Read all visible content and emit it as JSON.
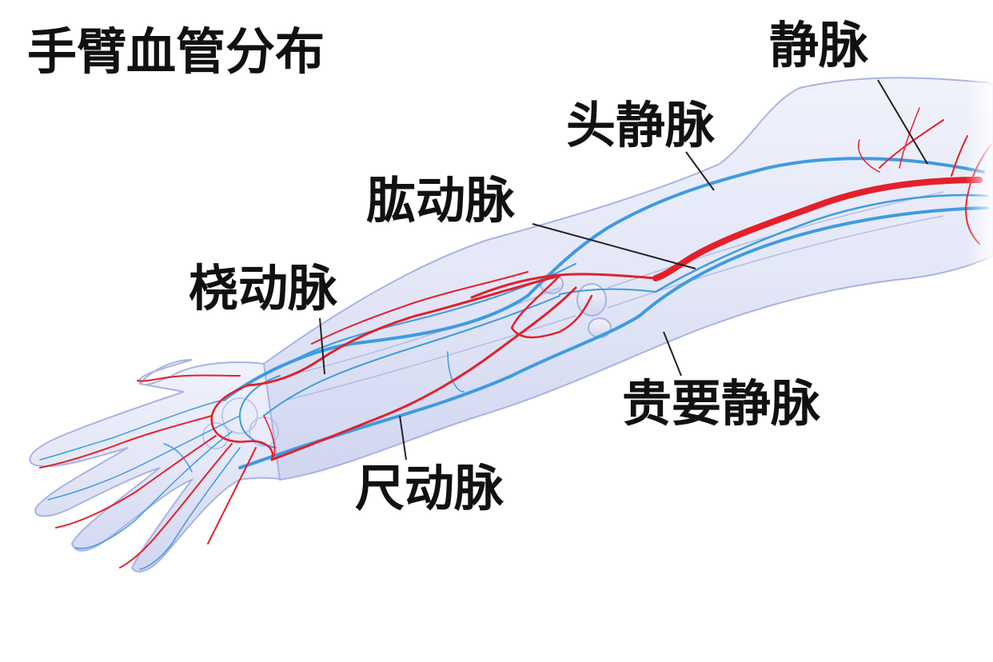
{
  "title": "手臂血管分布",
  "labels": {
    "vein": "静脉",
    "cephalic_vein": "头静脉",
    "brachial_artery": "肱动脉",
    "radial_artery": "桡动脉",
    "basilic_vein": "贵要静脉",
    "ulnar_artery": "尺动脉"
  },
  "colors": {
    "artery": "#e3202a",
    "vein": "#3f9be0",
    "skin": "#c9cfee",
    "skin_outline": "#9aa6e0",
    "leader": "#222222"
  }
}
